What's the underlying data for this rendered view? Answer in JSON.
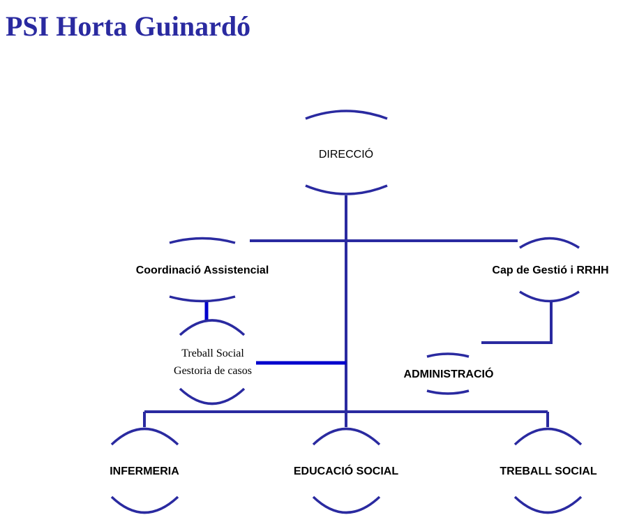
{
  "title": "PSI Horta Guinardó",
  "nodes": {
    "direccio": "DIRECCIÓ",
    "coordinacio": "Coordinació  Assistencial",
    "cap_gestio": "Cap de Gestió i RRHH",
    "treball_social_line1": "Treball Social",
    "treball_social_line2": "Gestoria de casos",
    "administracio": "ADMINISTRACIÓ",
    "infermeria": "INFERMERIA",
    "educacio_social": "EDUCACIÓ SOCIAL",
    "treball_social": "TREBALL SOCIAL"
  },
  "colors": {
    "primary": "#2a2aa0",
    "accent": "#0000cc"
  }
}
